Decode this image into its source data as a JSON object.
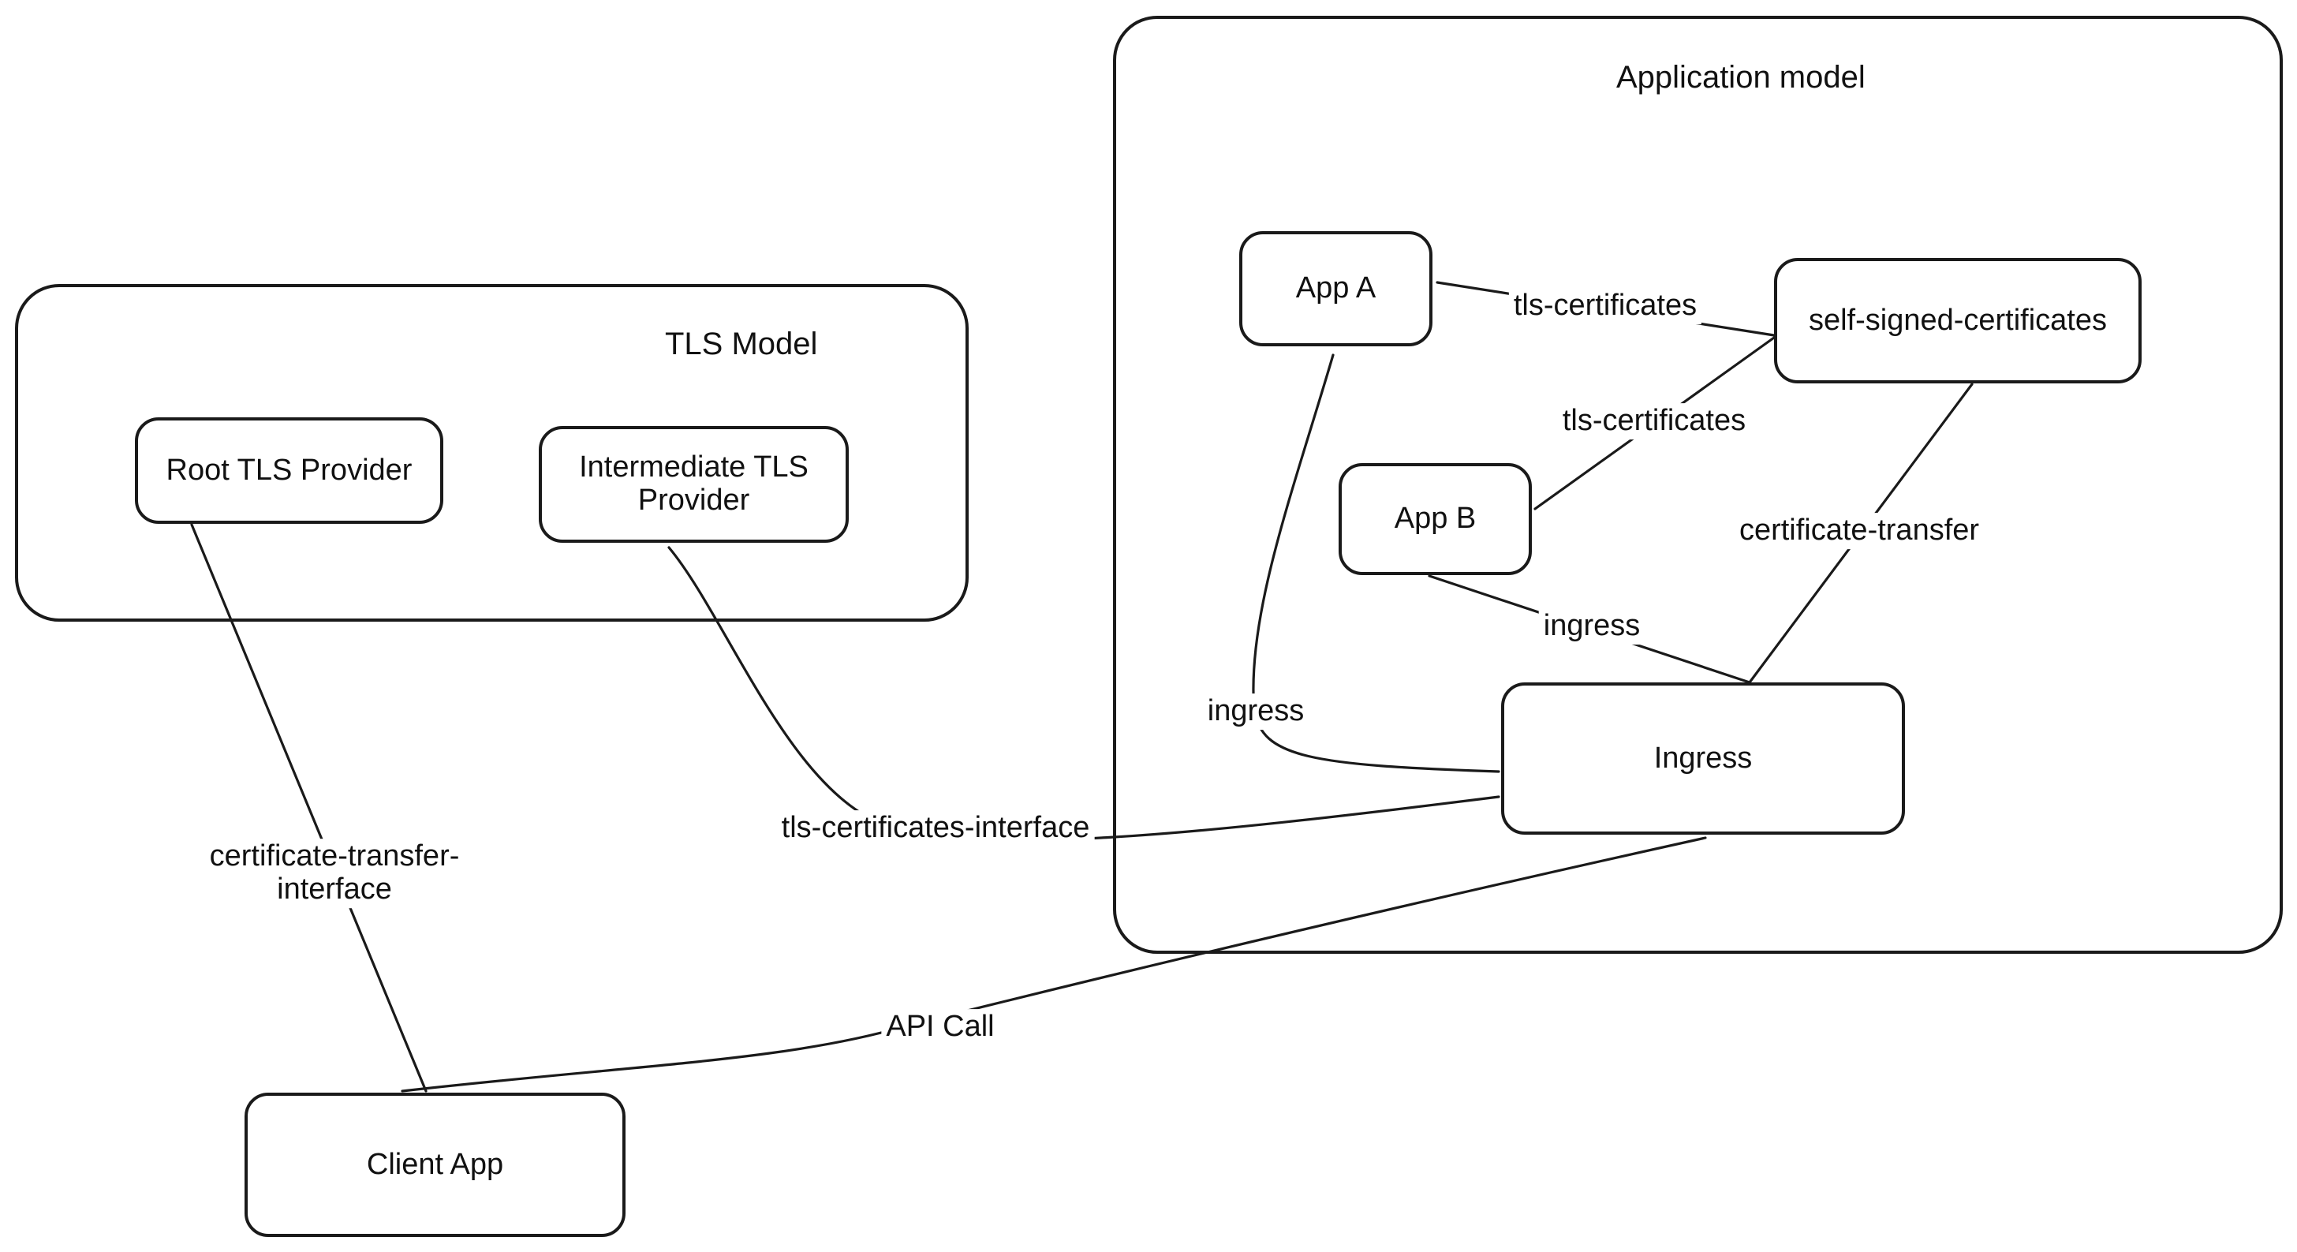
{
  "groups": {
    "tls_model": {
      "title": "TLS Model"
    },
    "application_model": {
      "title": "Application model"
    }
  },
  "nodes": {
    "root_tls_provider": "Root TLS Provider",
    "intermediate_tls_provider": "Intermediate TLS Provider",
    "app_a": "App A",
    "app_b": "App B",
    "self_signed_certificates": "self-signed-certificates",
    "ingress": "Ingress",
    "client_app": "Client App"
  },
  "edges": {
    "app_a_to_self_signed": "tls-certificates",
    "app_b_to_self_signed": "tls-certificates",
    "self_signed_to_ingress": "certificate-transfer",
    "app_b_to_ingress": "ingress",
    "app_a_to_ingress": "ingress",
    "intermediate_to_ingress": "tls-certificates-interface",
    "root_to_client": "certificate-transfer-interface",
    "client_to_ingress": "API Call"
  }
}
